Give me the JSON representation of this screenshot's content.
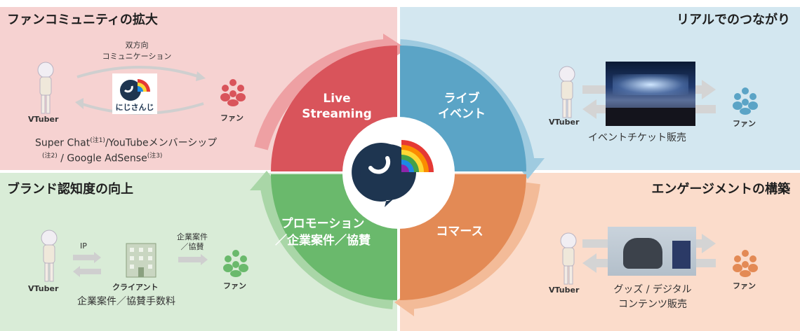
{
  "colors": {
    "stream_red": "#d9545b",
    "event_blue": "#5ba4c6",
    "commerce_orange": "#e38a55",
    "promo_green": "#6ab96c",
    "logo_navy": "#1e3550"
  },
  "quadrants": {
    "top_left": {
      "title": "ファンコミュニティの拡大",
      "bidirectional": "双方向\nコミュニケーション",
      "logo_label": "にじさんじ",
      "vtuber": "VTuber",
      "fan": "ファン",
      "revenue_line1_a": "Super Chat",
      "revenue_line1_note": "(注1)",
      "revenue_line1_b": "/YouTubeメンバーシップ",
      "revenue_line2_note_a": "(注2)",
      "revenue_line2_a": " / Google AdSense",
      "revenue_line2_note_b": "(注3)"
    },
    "top_right": {
      "title": "リアルでのつながり",
      "vtuber": "VTuber",
      "fan": "ファン",
      "caption": "イベントチケット販売"
    },
    "bottom_left": {
      "title": "ブランド認知度の向上",
      "vtuber": "VTuber",
      "ip": "IP",
      "corp_sponsor": "企業案件\n／協賛",
      "client": "クライアント",
      "fan": "ファン",
      "caption": "企業案件／協賛手数料"
    },
    "bottom_right": {
      "title": "エンゲージメントの構築",
      "vtuber": "VTuber",
      "fan": "ファン",
      "caption": "グッズ / デジタル\nコンテンツ販売"
    }
  },
  "cycle": {
    "live": "Live\nStreaming",
    "event": "ライブ\nイベント",
    "commerce": "コマース",
    "promotion": "プロモーション\n／企業案件／協賛"
  }
}
